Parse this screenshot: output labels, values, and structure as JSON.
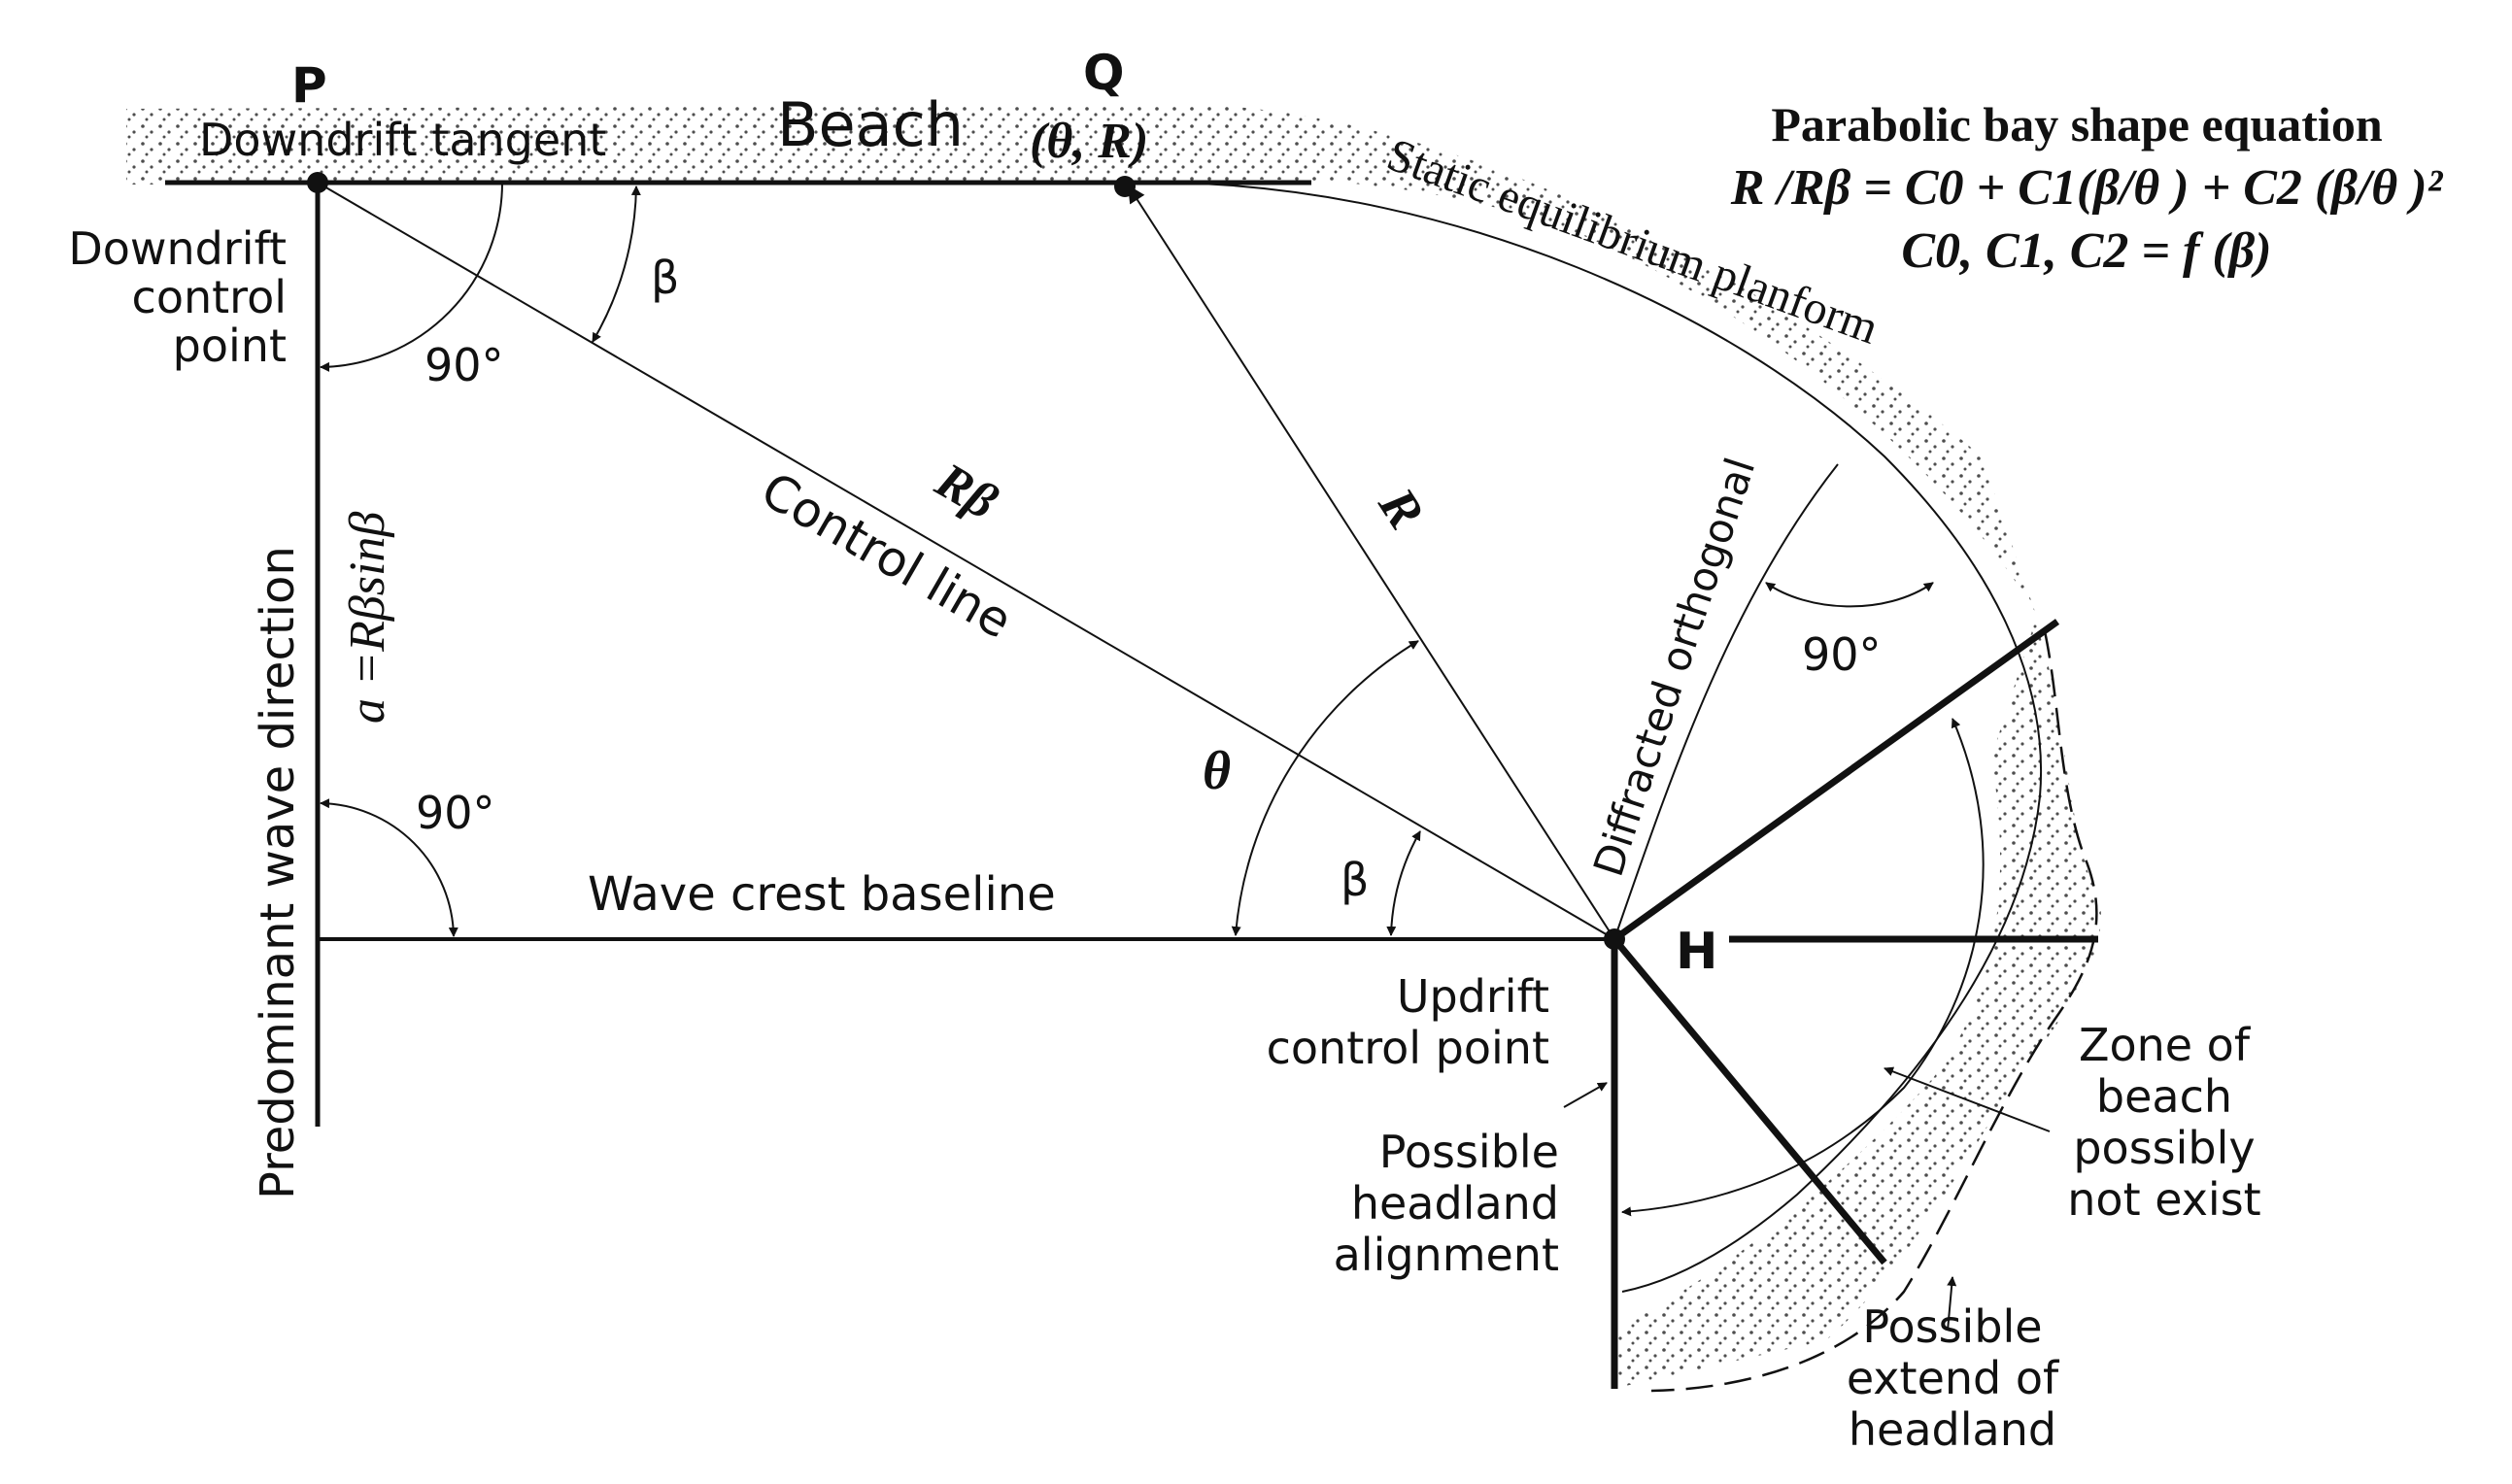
{
  "points": {
    "p": "P",
    "q": "Q",
    "q_coords": "(θ, R)",
    "h": "H"
  },
  "labels": {
    "beach": "Beach",
    "downdrift_tangent": "Downdrift tangent",
    "downdrift_control": [
      "Downdrift",
      "control",
      "point"
    ],
    "static_planform": "Static equilibrium planform",
    "control_line": "Control line",
    "r_beta": "Rβ",
    "r": "R",
    "theta": "θ",
    "beta_top": "β",
    "beta_bottom": "β",
    "angle_90_top": "90°",
    "angle_90_left": "90°",
    "angle_90_right": "90°",
    "a_formula": "a =Rβsinβ",
    "predominant_wave": "Predominant wave direction",
    "wave_crest_baseline": "Wave crest baseline",
    "diffracted_orthogonal": "Diffracted orthogonal",
    "updrift_control": [
      "Updrift",
      "control point"
    ],
    "possible_headland_alignment": [
      "Possible",
      "headland",
      "alignment"
    ],
    "zone_no_beach": [
      "Zone of",
      "beach",
      "possibly",
      "not exist"
    ],
    "possible_extend": [
      "Possible",
      "extend of",
      "headland"
    ]
  },
  "equation": {
    "title": "Parabolic bay shape equation",
    "line1": "R /Rβ = C0 + C1(β/θ ) + C2 (β/θ )²",
    "line2": "C0, C1, C2 = f (β)"
  },
  "colors": {
    "ink": "#111111",
    "background": "#ffffff"
  }
}
